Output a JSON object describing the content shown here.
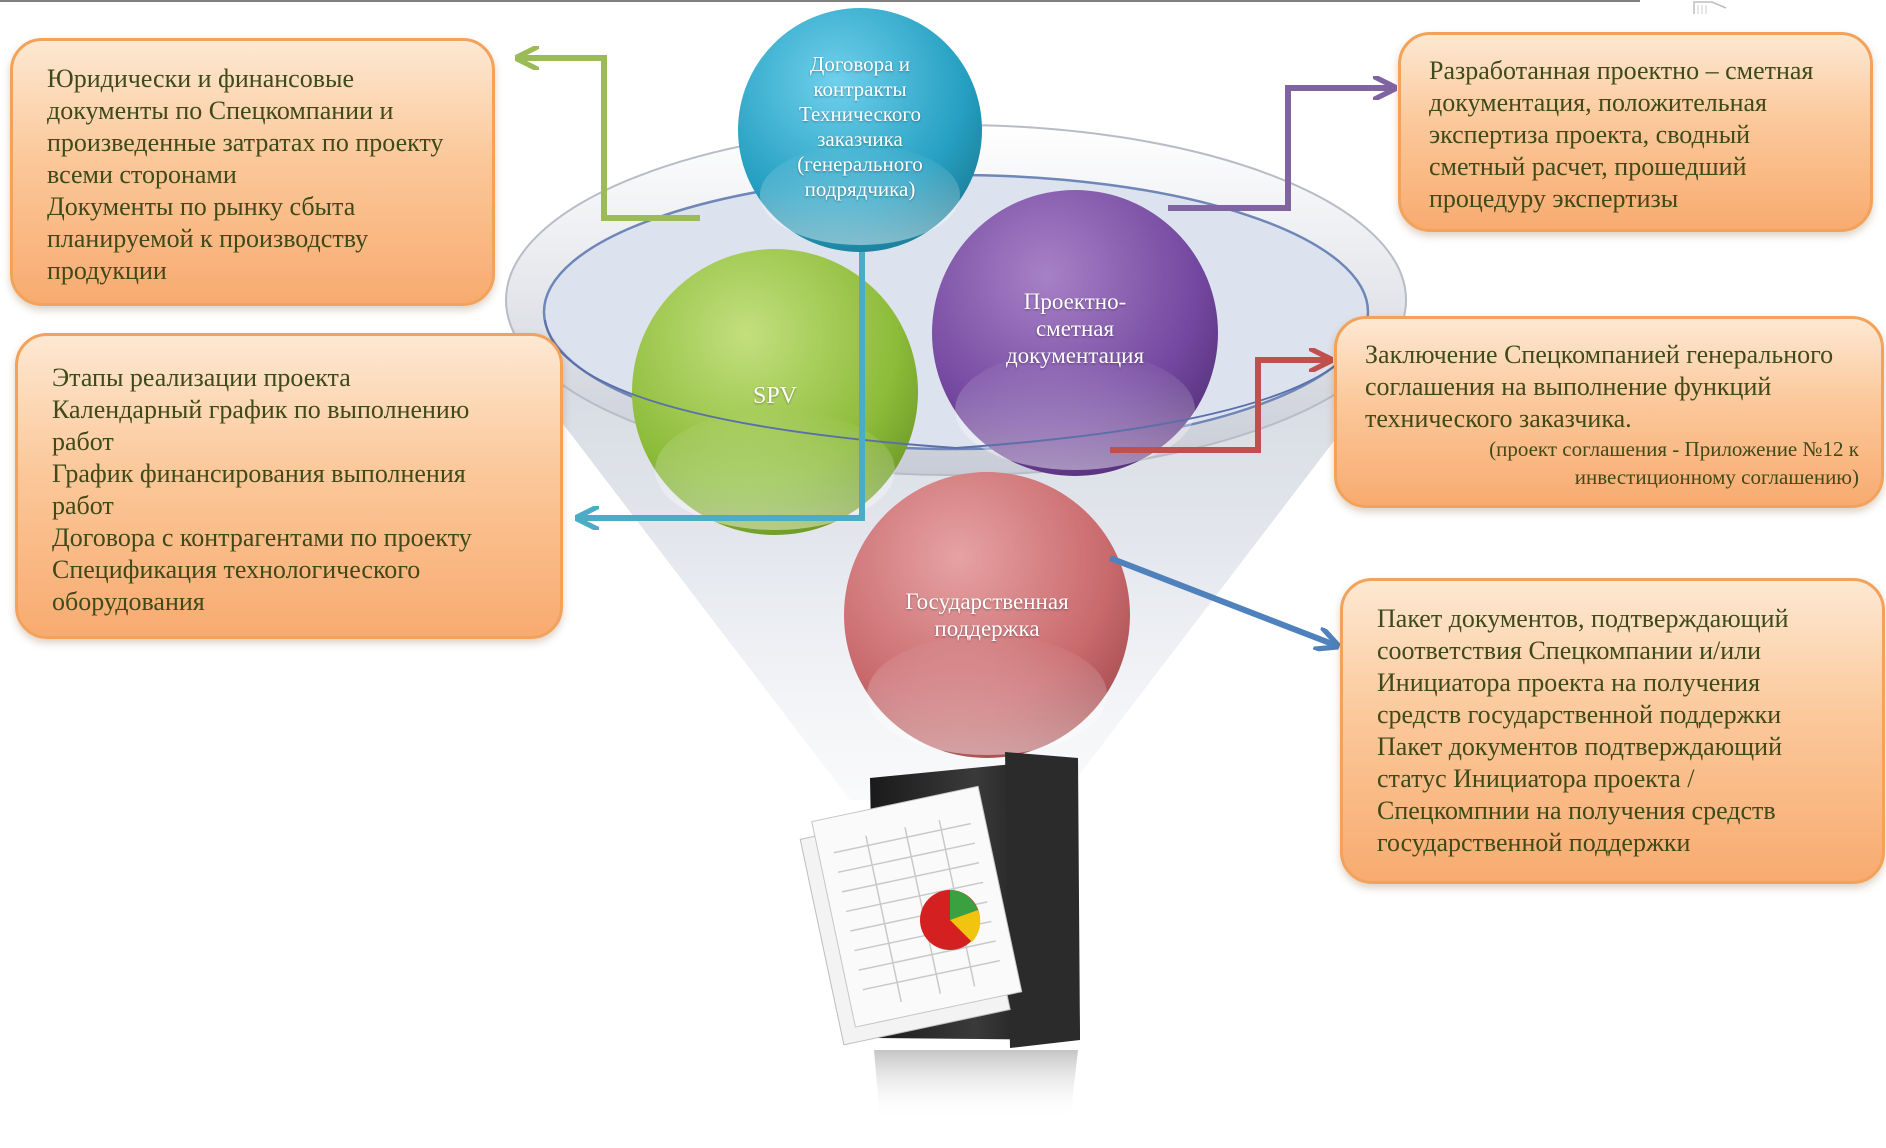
{
  "diagram": {
    "center_nodes": {
      "contracts": {
        "lines": [
          "Договора и",
          "контракты",
          "Технического",
          "заказчика",
          "(генерального",
          "подрядчика)"
        ]
      },
      "design_docs": {
        "lines": [
          "Проектно-",
          "сметная",
          "документация"
        ]
      },
      "spv": {
        "lines": [
          "SPV"
        ]
      },
      "state_support": {
        "lines": [
          "Государственная",
          "поддержка"
        ]
      }
    },
    "boxes": {
      "legal_financial": {
        "lines": [
          "Юридически и финансовые",
          "документы по Спецкомпании и",
          "произведенные затратах по проекту",
          "всеми сторонами",
          "Документы по рынку сбыта",
          "планируемой к производству",
          "продукции"
        ]
      },
      "project_stages": {
        "lines": [
          "Этапы реализации проекта",
          "Календарный график по выполнению",
          "работ",
          "График финансирования выполнения",
          "работ",
          "Договора с контрагентами по проекту",
          "Спецификация технологического",
          "оборудования"
        ]
      },
      "design_estimate": {
        "lines": [
          "Разработанная проектно – сметная",
          "документация, положительная",
          "экспертиза проекта, сводный",
          "сметный расчет, прошедший",
          "процедуру экспертизы"
        ]
      },
      "general_agreement": {
        "lines": [
          "Заключение Спецкомпанией генерального",
          "соглашения на выполнение функций",
          "технического заказчика."
        ],
        "note_lines": [
          "(проект соглашения - Приложение №12 к",
          "инвестиционному соглашению)"
        ]
      },
      "support_package": {
        "lines": [
          "Пакет документов, подтверждающий",
          "соответствия Спецкомпании и/или",
          "Инициатора проекта на получения",
          "средств государственной поддержки",
          "Пакет документов подтверждающий",
          "статус Инициатора проекта /",
          "Спецкомпнии на получения средств",
          "государственной поддержки"
        ]
      }
    },
    "colors": {
      "contracts": "#2fa3c3",
      "design_docs": "#7a4aa0",
      "spv": "#8ab83a",
      "state_support": "#cc6f72",
      "arrow_green": "#9bbb59",
      "arrow_purple": "#8064a2",
      "arrow_red": "#c0504d",
      "arrow_blue": "#4f81bd",
      "arrow_cyan": "#4bacc6",
      "box_border": "#f2a25a",
      "box_text": "#3f4a1a"
    }
  }
}
